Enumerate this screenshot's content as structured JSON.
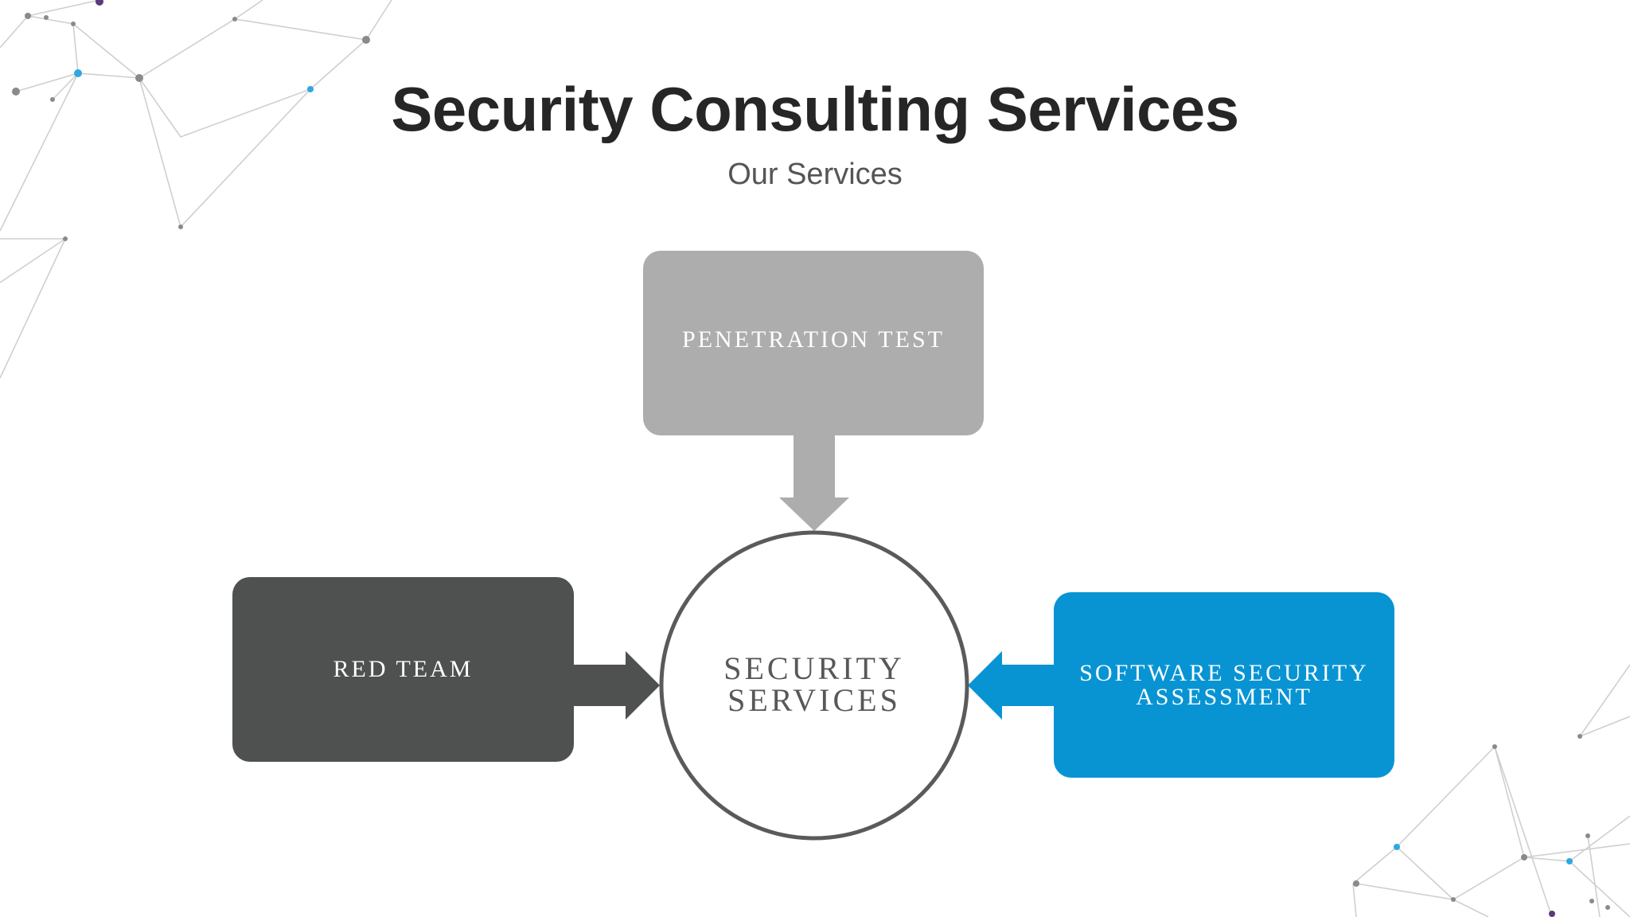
{
  "header": {
    "title": "Security Consulting Services",
    "subtitle": "Our Services"
  },
  "diagram": {
    "center": "SECURITY\nSERVICES",
    "nodes": {
      "top": "PENETRATION TEST",
      "left": "RED TEAM",
      "right": "SOFTWARE SECURITY\nASSESSMENT"
    }
  },
  "colors": {
    "top_box": "#adadad",
    "left_box": "#4f5150",
    "right_box": "#0894d3",
    "circle_stroke": "#5a5a5a",
    "network_line": "#c8c8c8",
    "network_dot_blue": "#2ea8e0",
    "network_dot_purple": "#5a3a7a"
  }
}
